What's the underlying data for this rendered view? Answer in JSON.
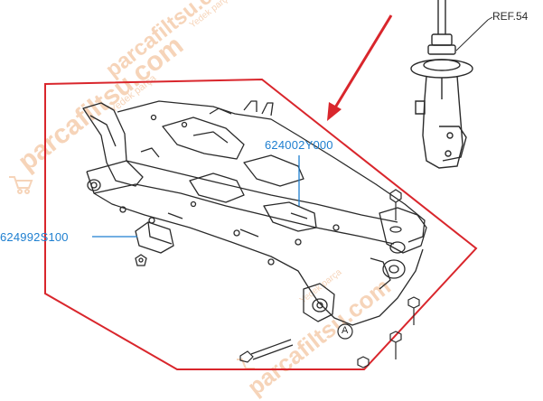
{
  "diagram": {
    "ref_label": "REF.54",
    "circle_label": "A",
    "parts": [
      {
        "number": "624002Y000"
      },
      {
        "number": "624992S100"
      }
    ],
    "colors": {
      "part_label": "#1e7fd0",
      "highlight_outline": "#d9262c",
      "arrow": "#d9262c",
      "line_art": "#2a2a2a",
      "watermark": "#f3c9a8"
    }
  },
  "watermarks": [
    {
      "text": "parcafiltsu.com",
      "sub": "Yedek parça",
      "logo": "shopping-cart-logo"
    },
    {
      "text": "parcafiltsu.com",
      "sub": "Yedek parça",
      "logo": "shopping-cart-logo"
    },
    {
      "text": "parcafiltsu.com",
      "sub": "Yedek parça",
      "logo": "shopping-cart-logo"
    }
  ]
}
